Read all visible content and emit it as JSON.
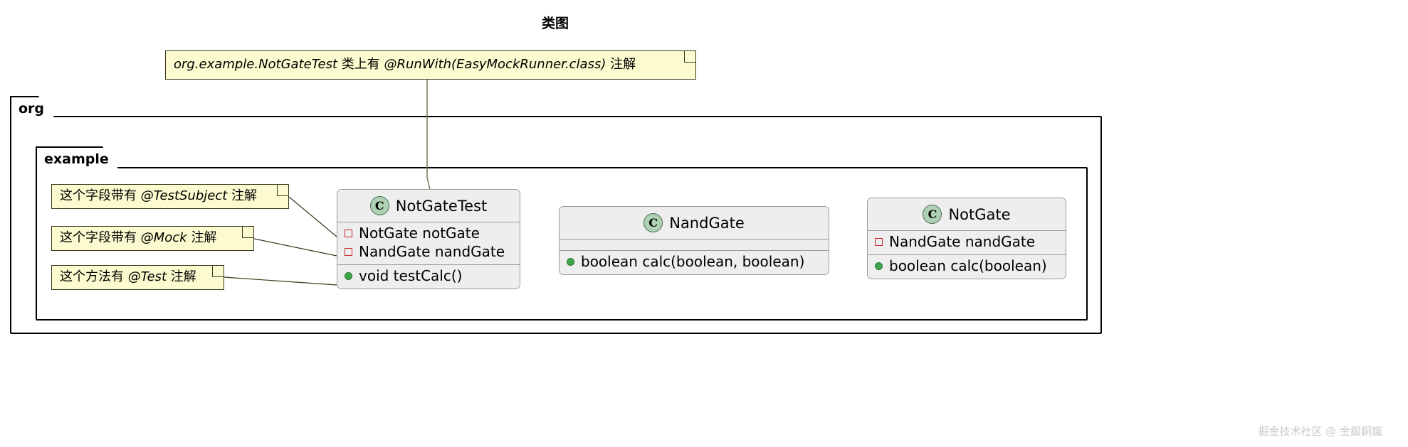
{
  "diagram": {
    "title": "类图",
    "watermark": "掘金技术社区 @ 金銀銅鐵"
  },
  "packages": [
    {
      "name": "org",
      "label": "org"
    },
    {
      "name": "example",
      "label": "example"
    }
  ],
  "classes": [
    {
      "id": "NotGateTest",
      "name": "NotGateTest",
      "stereotype_icon": "C",
      "icon_label": "class-icon",
      "fields": [
        {
          "visibility": "private",
          "text": "NotGate notGate"
        },
        {
          "visibility": "private",
          "text": "NandGate nandGate"
        }
      ],
      "methods": [
        {
          "visibility": "public",
          "text": "void testCalc()"
        }
      ]
    },
    {
      "id": "NandGate",
      "name": "NandGate",
      "stereotype_icon": "C",
      "icon_label": "class-icon",
      "fields": [],
      "methods": [
        {
          "visibility": "public",
          "text": "boolean calc(boolean, boolean)"
        }
      ]
    },
    {
      "id": "NotGate",
      "name": "NotGate",
      "stereotype_icon": "C",
      "icon_label": "class-icon",
      "fields": [
        {
          "visibility": "private",
          "text": "NandGate nandGate"
        }
      ],
      "methods": [
        {
          "visibility": "public",
          "text": "boolean calc(boolean)"
        }
      ]
    }
  ],
  "notes": [
    {
      "id": "runwith",
      "parts": [
        {
          "text": "org.example.NotGateTest",
          "italic": true
        },
        {
          "text": " 类上有 ",
          "italic": false
        },
        {
          "text": "@RunWith(EasyMockRunner.class)",
          "italic": true
        },
        {
          "text": " 注解",
          "italic": false
        }
      ],
      "plain": "org.example.NotGateTest 类上有 @RunWith(EasyMockRunner.class) 注解"
    },
    {
      "id": "testsubject",
      "parts": [
        {
          "text": "这个字段带有 ",
          "italic": false
        },
        {
          "text": "@TestSubject",
          "italic": true
        },
        {
          "text": " 注解",
          "italic": false
        }
      ],
      "plain": "这个字段带有 @TestSubject 注解"
    },
    {
      "id": "mock",
      "parts": [
        {
          "text": "这个字段带有 ",
          "italic": false
        },
        {
          "text": "@Mock",
          "italic": true
        },
        {
          "text": " 注解",
          "italic": false
        }
      ],
      "plain": "这个字段带有 @Mock 注解"
    },
    {
      "id": "test",
      "parts": [
        {
          "text": "这个方法有 ",
          "italic": false
        },
        {
          "text": "@Test",
          "italic": true
        },
        {
          "text": " 注解",
          "italic": false
        }
      ],
      "plain": "这个方法有 @Test 注解"
    }
  ],
  "colors": {
    "class_fill": "#EEEEEE",
    "class_border": "#9A9A9A",
    "class_icon_fill": "#ADD1B2",
    "note_fill": "#FBFBCF",
    "note_border": "#3A3A1E",
    "private_marker": "#C82930",
    "public_marker": "#3EA44A",
    "package_border": "#000000",
    "connector": "#3A3A1E",
    "watermark": "#C9C9C9"
  }
}
